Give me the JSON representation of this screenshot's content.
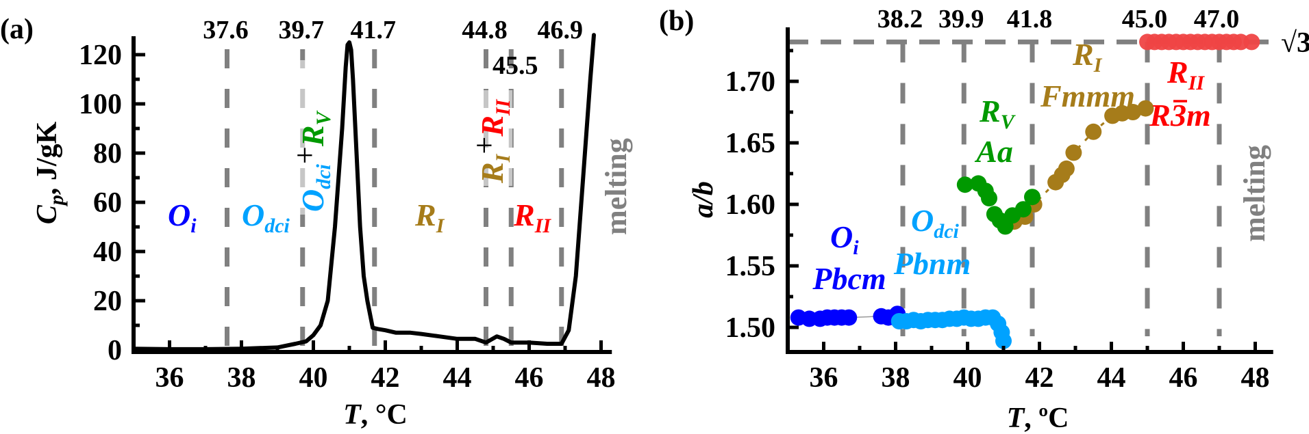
{
  "colors": {
    "Oi": "#0000ff",
    "Odci": "#00a2ff",
    "RV": "#009900",
    "RI": "#a67c1a",
    "RII": "#ff0000",
    "RII_points": "#ef4444",
    "dash": "#808080",
    "curve": "#000000"
  },
  "chart_data": [
    {
      "type": "line",
      "panel_label": "(a)",
      "xlabel": {
        "main": "T",
        "rest": ", °C"
      },
      "ylabel": {
        "main": "C",
        "sub": "p",
        "rest": ", J/gK"
      },
      "xlim": [
        35,
        48.3
      ],
      "ylim": [
        0,
        127
      ],
      "xticks": [
        36,
        38,
        40,
        42,
        44,
        46,
        48
      ],
      "yticks": [
        0,
        20,
        40,
        60,
        80,
        100,
        120
      ],
      "transitions": [
        37.6,
        39.7,
        41.7,
        44.8,
        45.5,
        46.9
      ],
      "transition_labels": [
        "37.6",
        "39.7",
        "41.7",
        "44.8",
        "45.5",
        "46.9"
      ],
      "series": [
        {
          "name": "Cp",
          "x": [
            35,
            36,
            37,
            38,
            39,
            39.5,
            39.8,
            40.0,
            40.2,
            40.4,
            40.6,
            40.8,
            40.9,
            40.95,
            41.0,
            41.05,
            41.1,
            41.2,
            41.3,
            41.4,
            41.5,
            41.65,
            41.8,
            42.0,
            42.3,
            42.7,
            43.0,
            43.5,
            44.0,
            44.5,
            44.8,
            45.1,
            45.3,
            45.5,
            46.0,
            46.5,
            46.9,
            47.1,
            47.3,
            47.5,
            47.7,
            47.8
          ],
          "y": [
            0.5,
            0.3,
            0.3,
            0.5,
            1,
            2.5,
            3.5,
            6,
            10,
            20,
            50,
            90,
            115,
            124,
            125,
            122,
            110,
            80,
            50,
            30,
            20,
            9,
            8.5,
            8,
            7,
            7,
            6.5,
            5.5,
            4.5,
            4.5,
            3,
            5.5,
            4.5,
            3,
            3,
            2.5,
            2.5,
            8,
            30,
            70,
            110,
            128
          ]
        }
      ],
      "annotations": {
        "Oi": {
          "main": "O",
          "sub": "i"
        },
        "Odci": {
          "main": "O",
          "sub": "dci"
        },
        "RI": {
          "main": "R",
          "sub": "I"
        },
        "RII": {
          "main": "R",
          "sub": "II"
        },
        "Odci_RV": {
          "a_main": "O",
          "a_sub": "dci",
          "plus": "+",
          "b_main": "R",
          "b_sub": "V"
        },
        "RI_RII": {
          "a_main": "R",
          "a_sub": "I",
          "plus": "+",
          "b_main": "R",
          "b_sub": "II"
        },
        "melting": "melting"
      }
    },
    {
      "type": "scatter",
      "panel_label": "(b)",
      "xlabel": {
        "main": "T",
        "rest": ", ºC"
      },
      "ylabel": "a/b",
      "xlim": [
        35,
        48.5
      ],
      "ylim": [
        1.48,
        1.74
      ],
      "xticks": [
        36,
        38,
        40,
        42,
        44,
        46,
        48
      ],
      "yticks": [
        1.5,
        1.55,
        1.6,
        1.65,
        1.7
      ],
      "ytick_labels": [
        "1.50",
        "1.55",
        "1.60",
        "1.65",
        "1.70"
      ],
      "reference_line": {
        "value": 1.732,
        "label": "√3"
      },
      "transitions": [
        38.2,
        39.9,
        41.8,
        45.0,
        47.0
      ],
      "transition_labels": [
        "38.2",
        "39.9",
        "41.8",
        "45.0",
        "47.0"
      ],
      "series": [
        {
          "name": "Oi Pbcm",
          "color_key": "Oi",
          "x": [
            35.3,
            35.6,
            35.9,
            36.1,
            36.3,
            36.5,
            36.7,
            37.6,
            37.8,
            38.05
          ],
          "y": [
            1.508,
            1.507,
            1.507,
            1.508,
            1.508,
            1.508,
            1.508,
            1.509,
            1.508,
            1.511
          ]
        },
        {
          "name": "Odci Pbnm",
          "color_key": "Odci",
          "x": [
            38.1,
            38.3,
            38.5,
            38.7,
            38.9,
            39.1,
            39.3,
            39.5,
            39.7,
            39.9,
            40.1,
            40.3,
            40.5,
            40.7,
            40.85,
            40.95,
            41.0
          ],
          "y": [
            1.505,
            1.505,
            1.506,
            1.505,
            1.506,
            1.506,
            1.506,
            1.507,
            1.507,
            1.508,
            1.507,
            1.507,
            1.508,
            1.508,
            1.503,
            1.496,
            1.489
          ]
        },
        {
          "name": "RI Fmmm",
          "color_key": "RI",
          "x": [
            41.3,
            41.6,
            41.85,
            42.45,
            42.63,
            42.75,
            42.95,
            43.5,
            44.03,
            44.3,
            44.6,
            44.95
          ],
          "y": [
            1.586,
            1.59,
            1.6,
            1.618,
            1.624,
            1.629,
            1.642,
            1.659,
            1.672,
            1.674,
            1.675,
            1.678
          ]
        },
        {
          "name": "RV Aa",
          "color_key": "RV",
          "x": [
            39.93,
            40.3,
            40.5,
            40.6,
            40.75,
            40.9,
            41.05,
            41.25,
            41.55,
            41.8
          ],
          "y": [
            1.616,
            1.617,
            1.611,
            1.605,
            1.592,
            1.587,
            1.582,
            1.591,
            1.596,
            1.606
          ]
        },
        {
          "name": "RII R-3m",
          "color_key": "RII_points",
          "x": [
            45.0,
            45.2,
            45.4,
            45.6,
            45.8,
            46.0,
            46.2,
            46.4,
            46.6,
            46.8,
            47.0,
            47.2,
            47.4,
            47.6,
            47.9
          ],
          "y": [
            1.732,
            1.732,
            1.732,
            1.732,
            1.732,
            1.732,
            1.732,
            1.732,
            1.732,
            1.732,
            1.732,
            1.732,
            1.732,
            1.732,
            1.732
          ]
        }
      ],
      "annotations": {
        "Oi": {
          "main": "O",
          "sub": "i",
          "group": "Pbcm"
        },
        "Odci": {
          "main": "O",
          "sub": "dci",
          "group": "Pbnm"
        },
        "RV": {
          "main": "R",
          "sub": "V",
          "group": "Aa"
        },
        "RI": {
          "main": "R",
          "sub": "I",
          "group": "Fmmm"
        },
        "RII": {
          "main": "R",
          "sub": "II",
          "group_parts": [
            "R",
            "3",
            "m"
          ]
        },
        "melting": "melting"
      }
    }
  ]
}
